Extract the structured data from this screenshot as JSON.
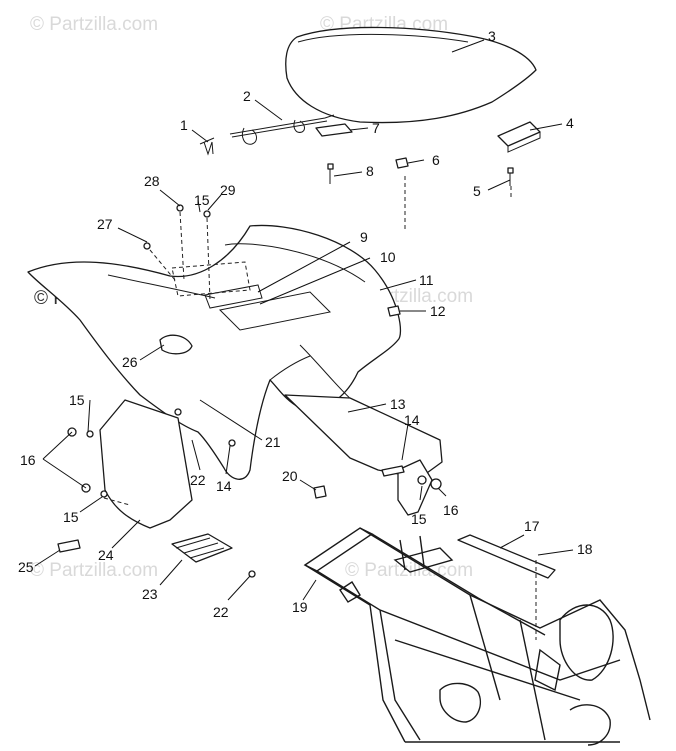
{
  "watermark": {
    "text": "© Partzilla.com"
  },
  "callouts": [
    {
      "id": "1",
      "label": "1"
    },
    {
      "id": "2",
      "label": "2"
    },
    {
      "id": "3",
      "label": "3"
    },
    {
      "id": "4",
      "label": "4"
    },
    {
      "id": "5",
      "label": "5"
    },
    {
      "id": "6",
      "label": "6"
    },
    {
      "id": "7",
      "label": "7"
    },
    {
      "id": "8",
      "label": "8"
    },
    {
      "id": "9",
      "label": "9"
    },
    {
      "id": "10",
      "label": "10"
    },
    {
      "id": "11",
      "label": "11"
    },
    {
      "id": "12",
      "label": "12"
    },
    {
      "id": "13",
      "label": "13"
    },
    {
      "id": "14a",
      "label": "14"
    },
    {
      "id": "14b",
      "label": "14"
    },
    {
      "id": "15a",
      "label": "15"
    },
    {
      "id": "15b",
      "label": "15"
    },
    {
      "id": "15c",
      "label": "15"
    },
    {
      "id": "15d",
      "label": "15"
    },
    {
      "id": "16a",
      "label": "16"
    },
    {
      "id": "16b",
      "label": "16"
    },
    {
      "id": "17",
      "label": "17"
    },
    {
      "id": "18",
      "label": "18"
    },
    {
      "id": "19",
      "label": "19"
    },
    {
      "id": "20",
      "label": "20"
    },
    {
      "id": "21",
      "label": "21"
    },
    {
      "id": "22a",
      "label": "22"
    },
    {
      "id": "22b",
      "label": "22"
    },
    {
      "id": "23",
      "label": "23"
    },
    {
      "id": "24",
      "label": "24"
    },
    {
      "id": "25",
      "label": "25"
    },
    {
      "id": "26",
      "label": "26"
    },
    {
      "id": "27",
      "label": "27"
    },
    {
      "id": "28",
      "label": "28"
    },
    {
      "id": "29",
      "label": "29"
    }
  ]
}
